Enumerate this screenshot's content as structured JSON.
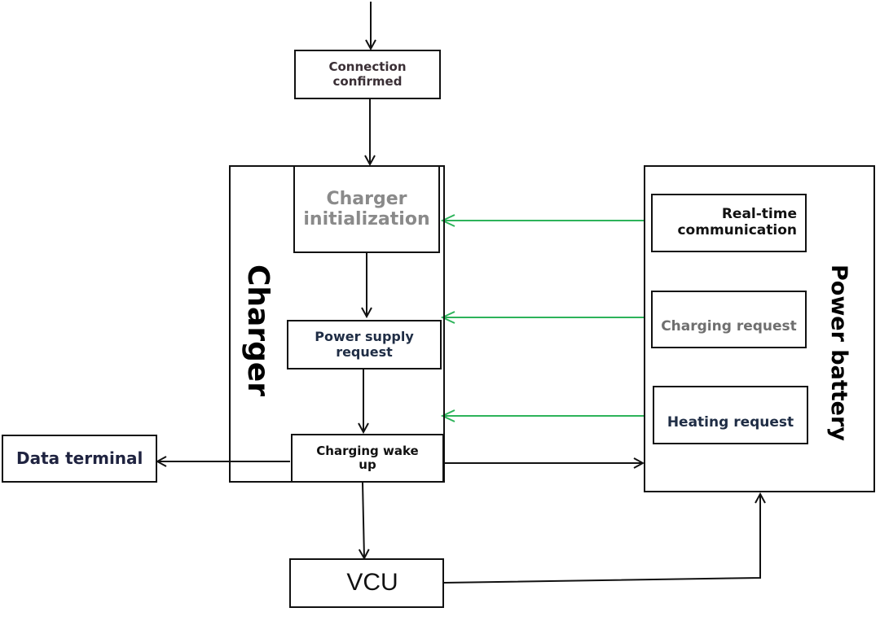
{
  "diagram": {
    "title": "Charging flow diagram",
    "nodes": {
      "connection_confirmed": "Connection\nconfirmed",
      "charger_initialization": "Charger\ninitialization",
      "power_supply_request": "Power supply\nrequest",
      "charging_wake_up": "Charging wake\nup",
      "data_terminal": "Data terminal",
      "vcu": "VCU",
      "real_time_communication": "Real-time\ncommunication",
      "charging_request": "Charging request",
      "heating_request": "Heating request"
    },
    "groups": {
      "charger": "Charger",
      "power_battery": "Power battery"
    },
    "colors": {
      "line": "#111111",
      "green_arrow": "#2db35a",
      "gray_text": "#8a8a8a",
      "dark_text": "#3a2f35",
      "navy_text": "#1f2d45"
    },
    "edges": [
      {
        "from": "top",
        "to": "connection_confirmed"
      },
      {
        "from": "connection_confirmed",
        "to": "charger_initialization"
      },
      {
        "from": "charger_initialization",
        "to": "power_supply_request"
      },
      {
        "from": "power_supply_request",
        "to": "charging_wake_up"
      },
      {
        "from": "charging_wake_up",
        "to": "data_terminal"
      },
      {
        "from": "charging_wake_up",
        "to": "power_battery"
      },
      {
        "from": "charging_wake_up",
        "to": "vcu"
      },
      {
        "from": "vcu",
        "to": "power_battery"
      },
      {
        "from": "real_time_communication",
        "to": "charger_initialization",
        "color": "green"
      },
      {
        "from": "charging_request",
        "to": "power_supply_request",
        "color": "green"
      },
      {
        "from": "heating_request",
        "to": "charging_wake_up",
        "color": "green"
      }
    ]
  }
}
